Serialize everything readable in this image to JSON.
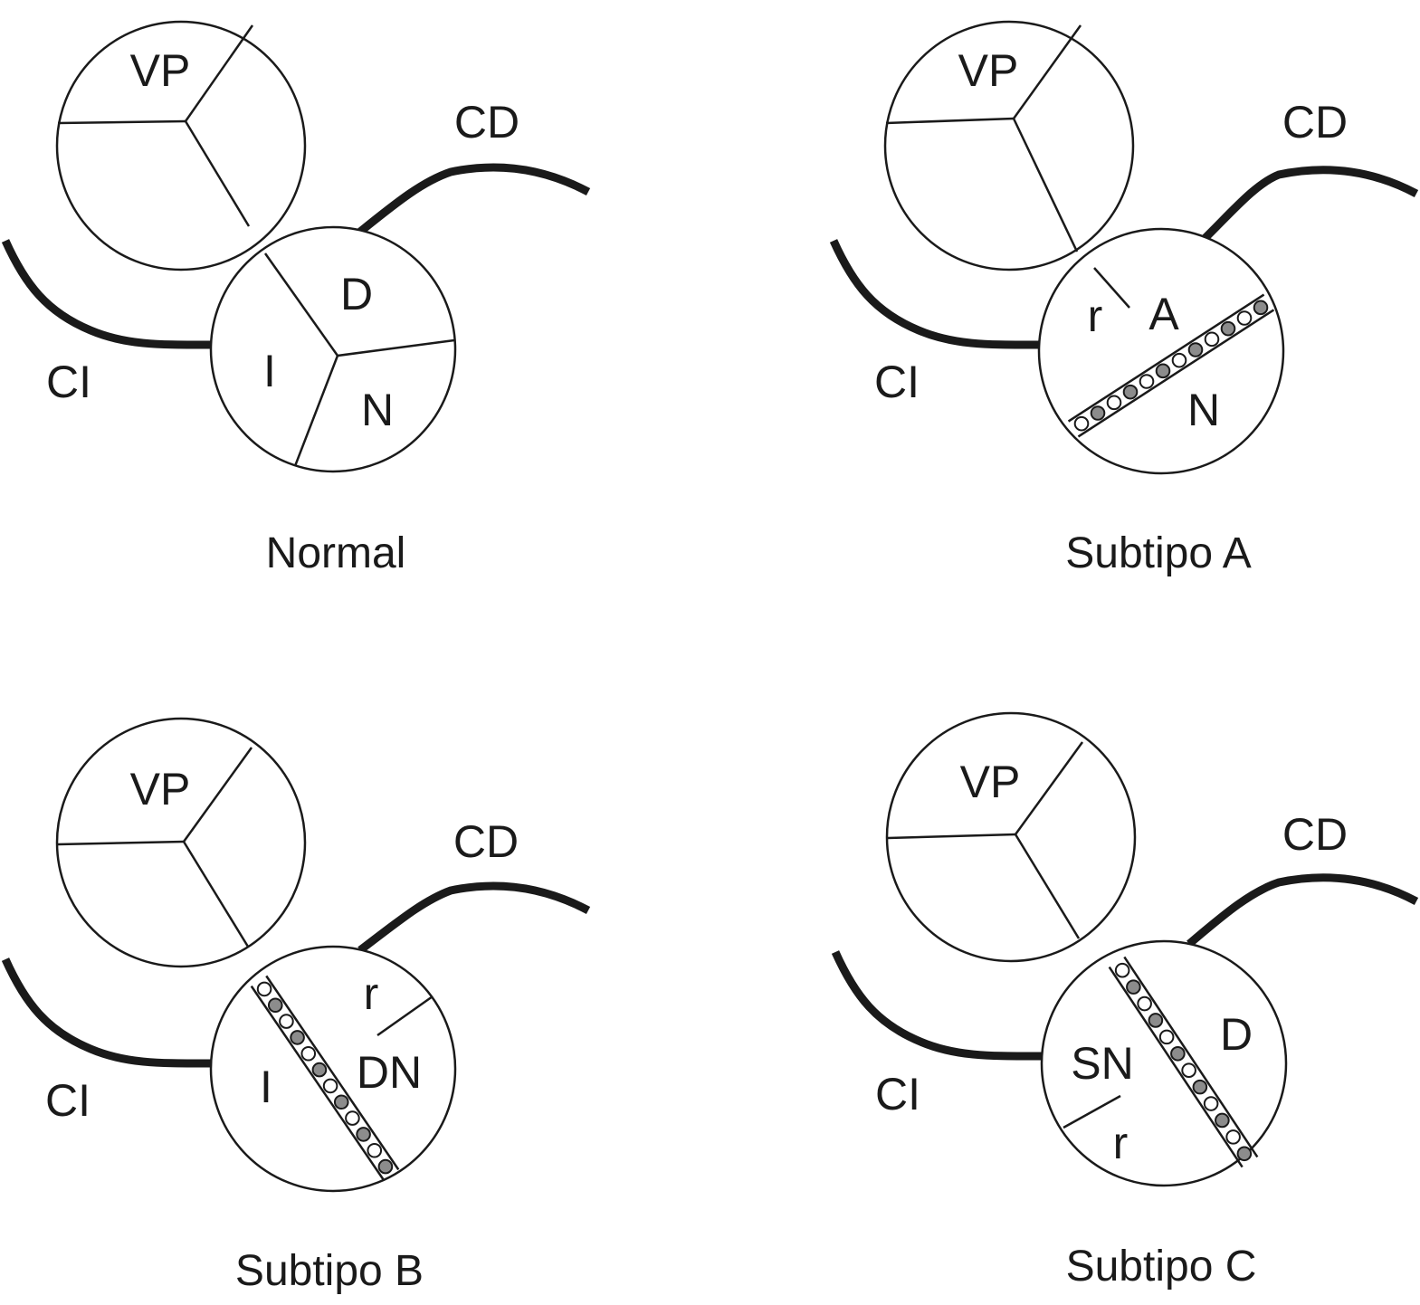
{
  "diagram": {
    "panels": [
      {
        "id": "normal",
        "caption": "Normal",
        "pulmonary_valve_label": "VP",
        "right_coronary_label": "CD",
        "left_coronary_label": "CI",
        "cusp_labels": [
          "D",
          "I",
          "N"
        ]
      },
      {
        "id": "subtype-a",
        "caption": "Subtipo A",
        "pulmonary_valve_label": "VP",
        "right_coronary_label": "CD",
        "left_coronary_label": "CI",
        "cusp_labels": [
          "r",
          "A",
          "N"
        ]
      },
      {
        "id": "subtype-b",
        "caption": "Subtipo B",
        "pulmonary_valve_label": "VP",
        "right_coronary_label": "CD",
        "left_coronary_label": "CI",
        "cusp_labels": [
          "r",
          "I",
          "DN"
        ]
      },
      {
        "id": "subtype-c",
        "caption": "Subtipo C",
        "pulmonary_valve_label": "VP",
        "right_coronary_label": "CD",
        "left_coronary_label": "CI",
        "cusp_labels": [
          "D",
          "SN",
          "r"
        ]
      }
    ],
    "colors": {
      "line": "#1a1a1a",
      "calcification_fill": "#8c8c8c",
      "background": "#ffffff"
    }
  }
}
